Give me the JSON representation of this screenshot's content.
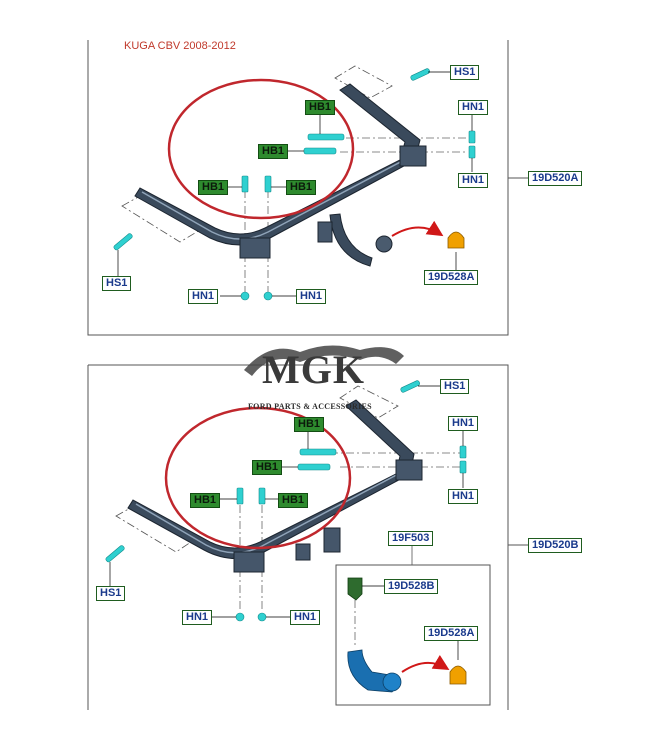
{
  "title": "KUGA CBV 2008-2012",
  "watermark": {
    "logo_text": "MGK",
    "tagline": "FORD PARTS & ACCESSORIES"
  },
  "colors": {
    "part": "#3a4a5c",
    "cyan": "#2fd0d0",
    "label_green": "#2e8b2e",
    "label_text": "#1a3a8c",
    "highlight_circle": "#c0272d",
    "orange_part": "#f0a000",
    "arrow": "#d01818",
    "blue_part": "#1a6fb0"
  },
  "diagram_a": {
    "assembly_label": "19D520A",
    "labels": {
      "hs1_top": "HS1",
      "hs1_left": "HS1",
      "hb1_top": "HB1",
      "hb1_mid": "HB1",
      "hb1_left": "HB1",
      "hb1_right": "HB1",
      "hn1_top": "HN1",
      "hn1_mid": "HN1",
      "hn1_left": "HN1",
      "hn1_right": "HN1",
      "ball_label": "19D528A"
    }
  },
  "diagram_b": {
    "assembly_label": "19D520B",
    "kit_label": "19F503",
    "labels": {
      "hs1_top": "HS1",
      "hs1_left": "HS1",
      "hb1_top": "HB1",
      "hb1_mid": "HB1",
      "hb1_left": "HB1",
      "hb1_right": "HB1",
      "hn1_top": "HN1",
      "hn1_mid": "HN1",
      "hn1_left": "HN1",
      "hn1_right": "HN1",
      "kit_part_1": "19D528B",
      "kit_part_2": "19D528A"
    }
  }
}
